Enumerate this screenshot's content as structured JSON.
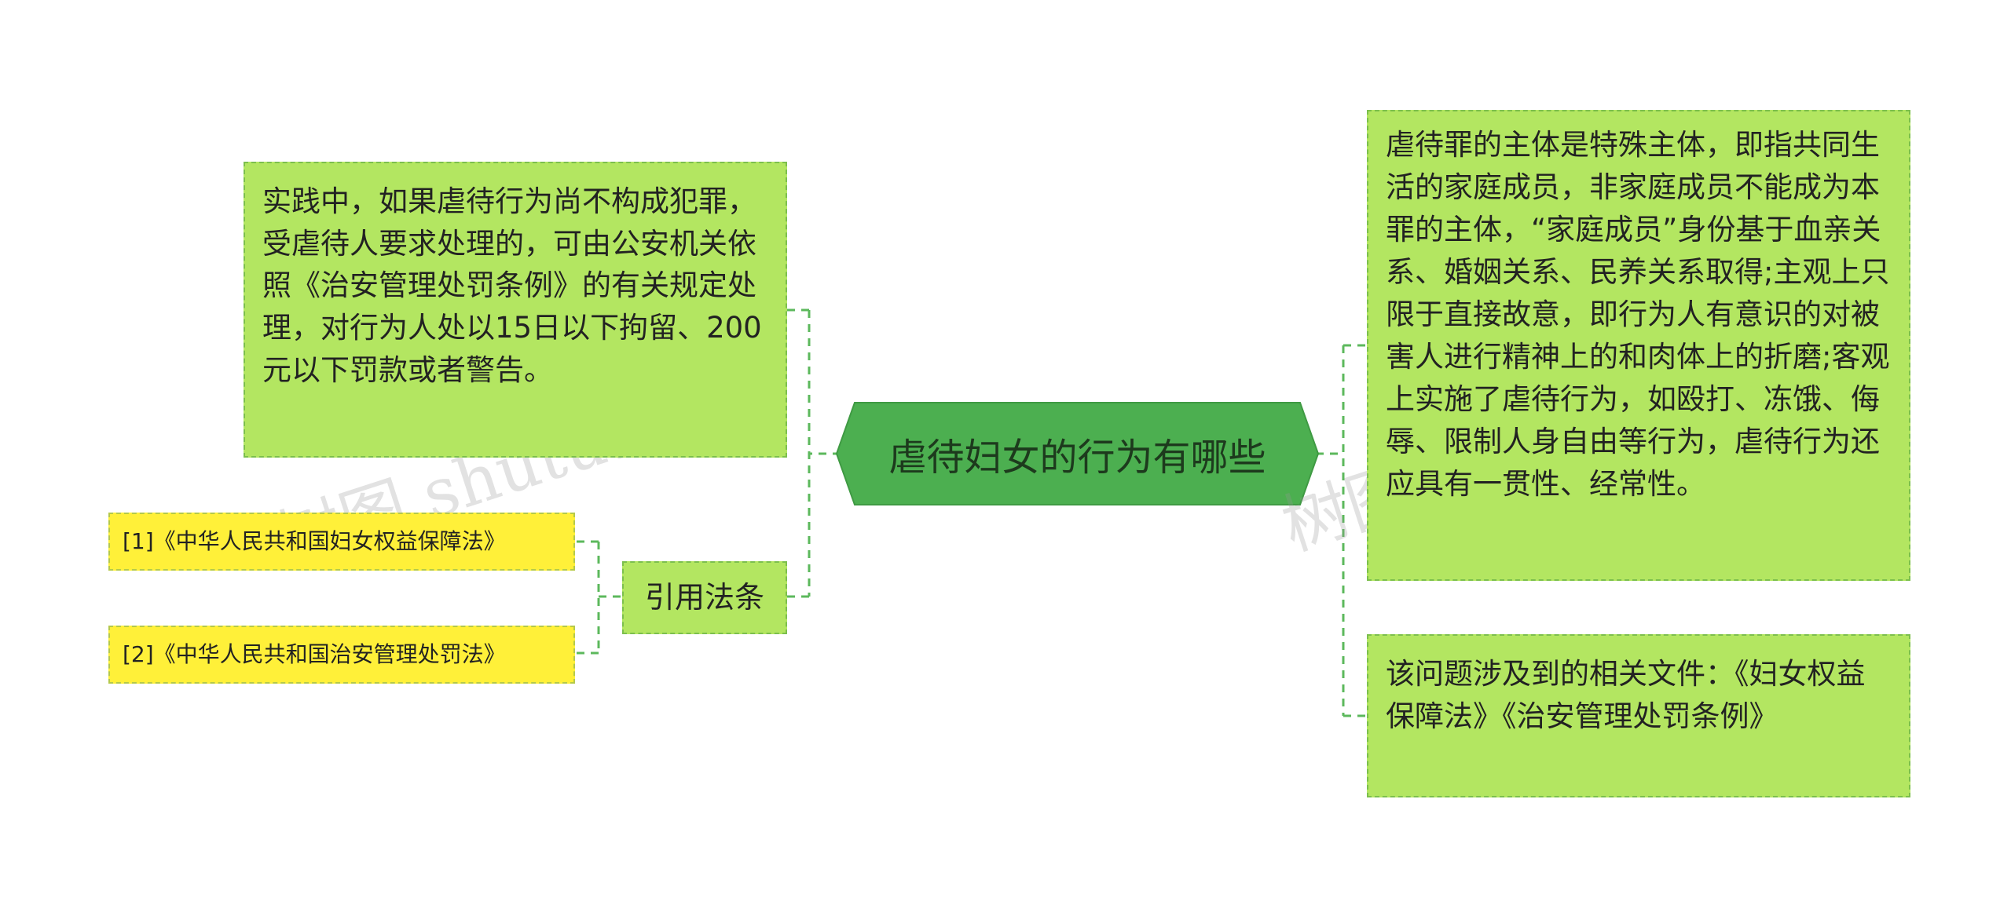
{
  "mindmap": {
    "root": {
      "label": "虐待妇女的行为有哪些",
      "color": "#4caf50"
    },
    "left": {
      "practice_note": "实践中，如果虐待行为尚不构成犯罪，受虐待人要求处理的，可由公安机关依照《治安管理处罚条例》的有关规定处理，对行为人处以15日以下拘留、200元以下罚款或者警告。",
      "citations": {
        "label": "引用法条",
        "items": [
          "[1]《中华人民共和国妇女权益保障法》",
          "[2]《中华人民共和国治安管理处罚法》"
        ]
      }
    },
    "right": {
      "definition": "虐待罪的主体是特殊主体，即指共同生活的家庭成员，非家庭成员不能成为本罪的主体，“家庭成员”身份基于血亲关系、婚姻关系、民养关系取得;主观上只限于直接故意，即行为人有意识的对被害人进行精神上的和肉体上的折磨;客观上实施了虐待行为，如殴打、冻饿、侮辱、限制人身自由等行为，虐待行为还应具有一贯性、经常性。",
      "related_files": "该问题涉及到的相关文件：《妇女权益保障法》《治安管理处罚条例》"
    },
    "colors": {
      "node_fill": "#b3e661",
      "citation_fill": "#fff039",
      "connector": "#5cb85c"
    }
  },
  "watermarks": [
    "树图 shutu.cn",
    "树图 shutu.cn"
  ]
}
